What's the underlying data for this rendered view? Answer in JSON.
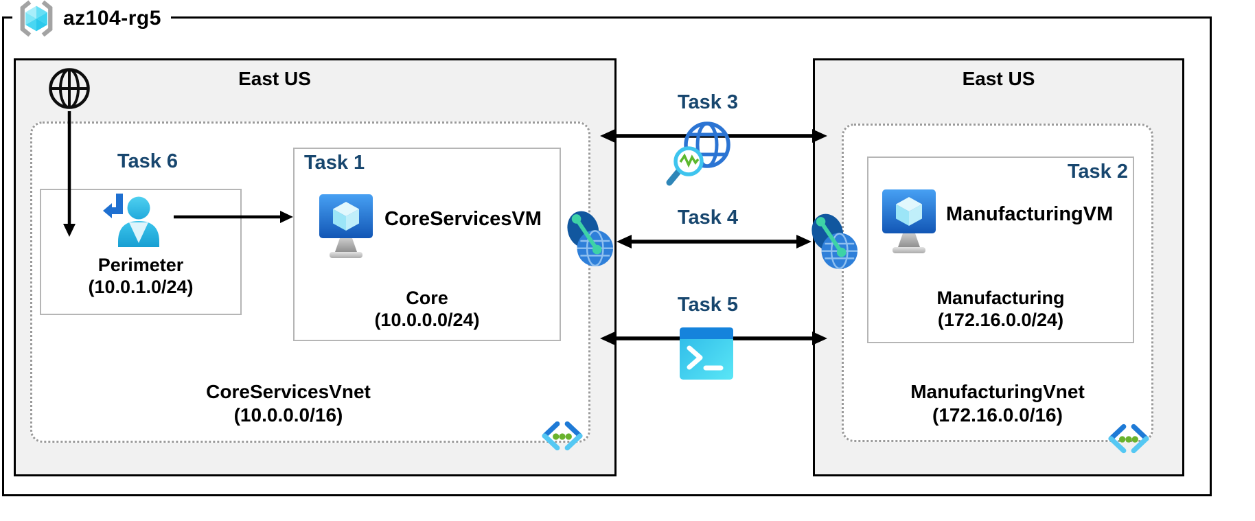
{
  "resource_group": {
    "name": "az104-rg5"
  },
  "regions": {
    "left": {
      "name": "East US",
      "vnet_name": "CoreServicesVnet",
      "vnet_cidr": "(10.0.0.0/16)",
      "perimeter": {
        "task": "Task 6",
        "name": "Perimeter",
        "cidr": "(10.0.1.0/24)"
      },
      "core": {
        "task": "Task 1",
        "vm": "CoreServicesVM",
        "name": "Core",
        "cidr": "(10.0.0.0/24)"
      }
    },
    "right": {
      "name": "East US",
      "vnet_name": "ManufacturingVnet",
      "vnet_cidr": "(172.16.0.0/16)",
      "manufacturing": {
        "task": "Task 2",
        "vm": "ManufacturingVM",
        "name": "Manufacturing",
        "cidr": "(172.16.0.0/24)"
      }
    }
  },
  "connections": {
    "task3": {
      "label": "Task 3",
      "icon": "network-watcher-icon"
    },
    "task4": {
      "label": "Task 4",
      "icon": "vnet-peering-icon"
    },
    "task5": {
      "label": "Task 5",
      "icon": "cloud-shell-icon"
    }
  },
  "icons": [
    "resource-group-icon",
    "internet-icon",
    "guest-user-icon",
    "virtual-machine-icon",
    "virtual-network-icon",
    "network-watcher-icon",
    "vnet-peering-icon",
    "cloud-shell-icon"
  ],
  "colors": {
    "task_label": "#17466e",
    "region_fill": "#f1f1f1",
    "azure_blue": "#1e7ad6",
    "light_cyan": "#55c8f3",
    "green_dot": "#69b32e",
    "arrow_black": "#000000"
  }
}
